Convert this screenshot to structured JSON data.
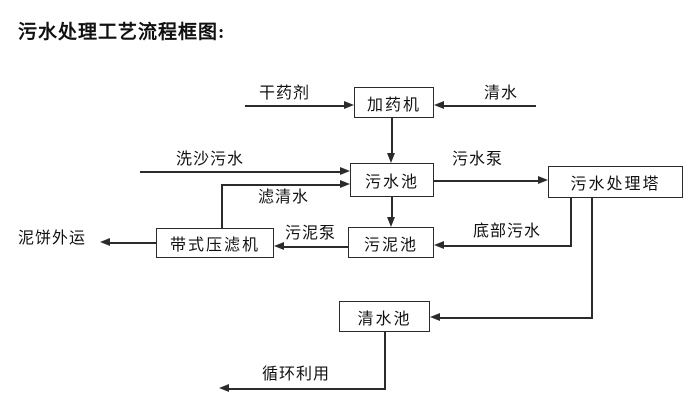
{
  "title": "污水处理工艺流程框图:",
  "nodes": {
    "dosing_machine": "加药机",
    "sewage_pool": "污水池",
    "treatment_tower": "污水处理塔",
    "belt_filter_press": "带式压滤机",
    "sludge_pool": "污泥池",
    "clear_water_pool": "清水池"
  },
  "flow_labels": {
    "dry_chemical": "干药剂",
    "clear_water": "清水",
    "sand_washing_sewage": "洗沙污水",
    "sewage_pump": "污水泵",
    "filtered_water": "滤清水",
    "sludge_pump": "污泥泵",
    "bottom_sewage": "底部污水",
    "mud_cake_out": "泥饼外运",
    "recycling": "循环利用"
  },
  "edges": [
    {
      "from": "干药剂",
      "to": "加药机",
      "label": "干药剂"
    },
    {
      "from": "清水",
      "to": "加药机",
      "label": "清水"
    },
    {
      "from": "加药机",
      "to": "污水池",
      "label": ""
    },
    {
      "from": "洗沙污水",
      "to": "污水池",
      "label": "洗沙污水"
    },
    {
      "from": "带式压滤机",
      "to": "污水池",
      "label": "滤清水"
    },
    {
      "from": "污水池",
      "to": "污水处理塔",
      "label": "污水泵"
    },
    {
      "from": "污水池",
      "to": "污泥池",
      "label": ""
    },
    {
      "from": "污水处理塔",
      "to": "污泥池",
      "label": "底部污水"
    },
    {
      "from": "污水处理塔",
      "to": "清水池",
      "label": ""
    },
    {
      "from": "污泥池",
      "to": "带式压滤机",
      "label": "污泥泵"
    },
    {
      "from": "带式压滤机",
      "to": "泥饼外运",
      "label": "泥饼外运"
    },
    {
      "from": "清水池",
      "to": "循环利用",
      "label": "循环利用"
    }
  ],
  "colors": {
    "line": "#2b2b2b",
    "text": "#111111",
    "background": "#ffffff"
  }
}
